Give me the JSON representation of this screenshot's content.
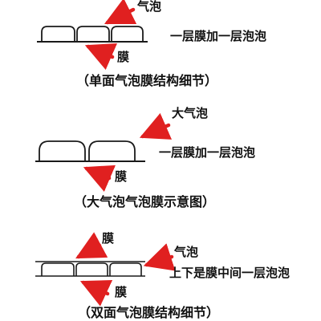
{
  "colors": {
    "arrow": "#e02020",
    "stroke": "#1a1a1a",
    "text": "#111111"
  },
  "sections": [
    {
      "name": "single-sided",
      "bubble_label": "气泡",
      "film_label": "膜",
      "description": "一层膜加一层泡泡",
      "caption": "（单面气泡膜结构细节）"
    },
    {
      "name": "large-bubble",
      "bubble_label": "大气泡",
      "film_label": "膜",
      "description": "一层膜加一层泡泡",
      "caption": "（大气泡气泡膜示意图）"
    },
    {
      "name": "double-sided",
      "top_film_label": "膜",
      "bubble_label": "气泡",
      "bottom_film_label": "膜",
      "description": "上下是膜中间一层泡泡",
      "caption": "（双面气泡膜结构细节）"
    }
  ]
}
